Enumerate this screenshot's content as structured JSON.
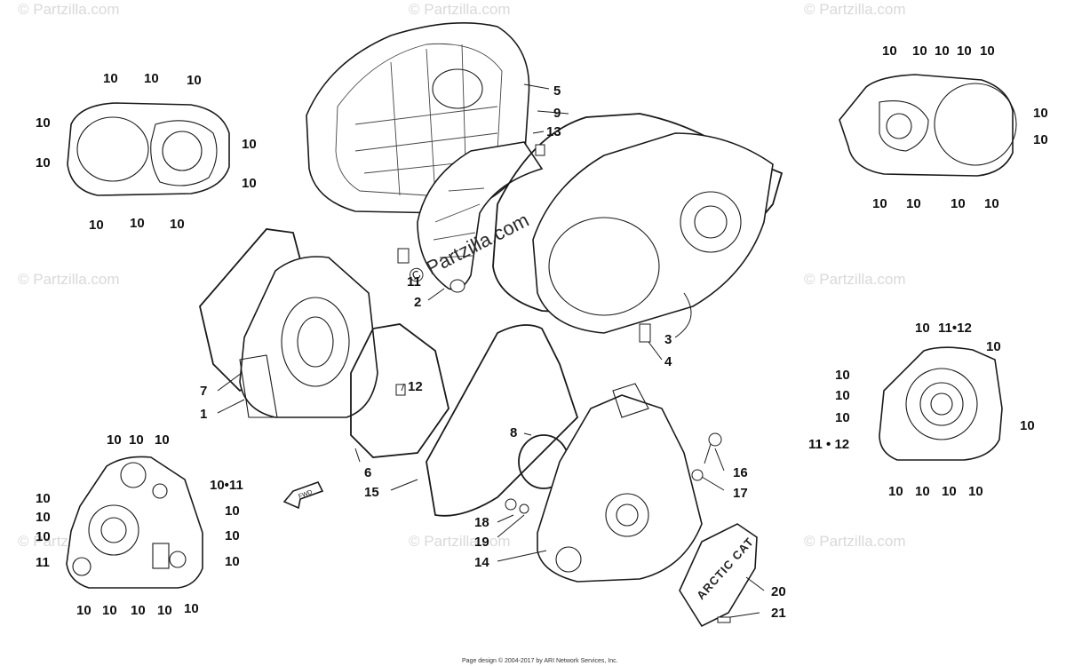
{
  "watermark": {
    "main": "© Partzilla.com",
    "faint": "© Partzilla.com"
  },
  "footer": {
    "text": "Page design © 2004-2017 by ARI Network Services, Inc."
  },
  "brand_text": "ARCTIC CAT",
  "fwd_text": "FWD",
  "callouts": {
    "c1": "1",
    "c2": "2",
    "c3": "3",
    "c4": "4",
    "c5": "5",
    "c6": "6",
    "c7": "7",
    "c8": "8",
    "c9": "9",
    "c11": "11",
    "c12": "12",
    "c13": "13",
    "c14": "14",
    "c15": "15",
    "c16": "16",
    "c17": "17",
    "c18": "18",
    "c19": "19",
    "c20": "20",
    "c21": "21",
    "ten": "10",
    "ten_dot_eleven": "10•11",
    "eleven_dot_twelve": "11•12",
    "eleven_dot_twelve_b": "11 • 12",
    "eleven": "11"
  }
}
